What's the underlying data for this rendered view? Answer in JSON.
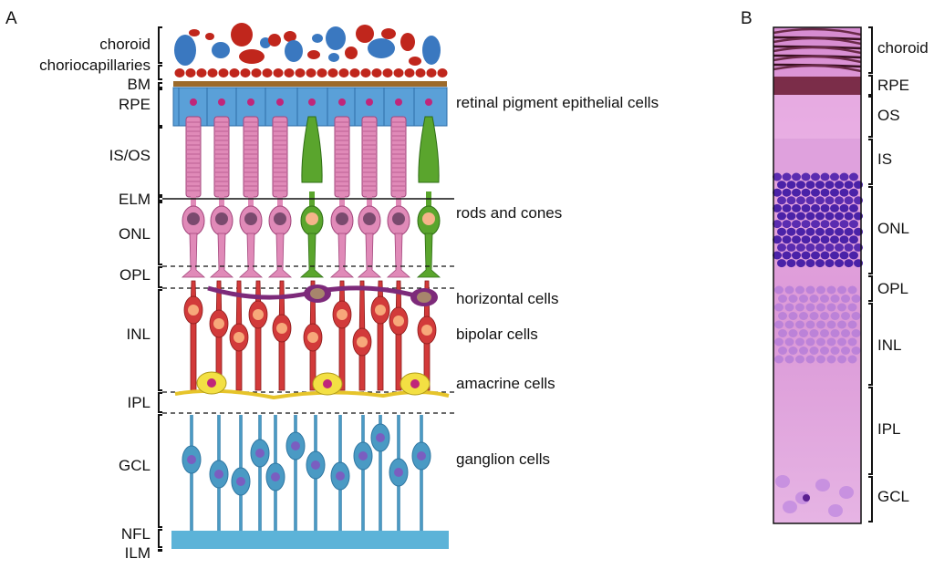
{
  "panel_a": {
    "letter": "A",
    "layers": [
      {
        "id": "choroid",
        "label": "choroid"
      },
      {
        "id": "choriocapillaries",
        "label": "choriocapillaries"
      },
      {
        "id": "bm",
        "label": "BM"
      },
      {
        "id": "rpe",
        "label": "RPE"
      },
      {
        "id": "isos",
        "label": "IS/OS"
      },
      {
        "id": "elm",
        "label": "ELM"
      },
      {
        "id": "onl",
        "label": "ONL"
      },
      {
        "id": "opl",
        "label": "OPL"
      },
      {
        "id": "inl",
        "label": "INL"
      },
      {
        "id": "ipl",
        "label": "IPL"
      },
      {
        "id": "gcl",
        "label": "GCL"
      },
      {
        "id": "nfl",
        "label": "NFL"
      },
      {
        "id": "ilm",
        "label": "ILM"
      }
    ],
    "cell_labels": [
      {
        "id": "rpe-cells",
        "label": "retinal pigment epithelial cells"
      },
      {
        "id": "rods-cones",
        "label": "rods and cones"
      },
      {
        "id": "horizontal",
        "label": "horizontal cells"
      },
      {
        "id": "bipolar",
        "label": "bipolar cells"
      },
      {
        "id": "amacrine",
        "label": "amacrine cells"
      },
      {
        "id": "ganglion",
        "label": "ganglion cells"
      }
    ],
    "colors": {
      "rod": "#e08ab8",
      "cone": "#5aa52d",
      "bipolar": "#d23a3a",
      "horizontal": "#7d2a7a",
      "amacrine": "#f3e043",
      "ganglion": "#4a9ac4",
      "rpe": "#5aa0d8",
      "bm": "#9c6a2a",
      "choroid_red": "#c0261c",
      "choroid_blue": "#3a78c0",
      "nfl": "#5cb3d8"
    }
  },
  "panel_b": {
    "letter": "B",
    "layers": [
      {
        "id": "choroid",
        "label": "choroid"
      },
      {
        "id": "rpe",
        "label": "RPE"
      },
      {
        "id": "os",
        "label": "OS"
      },
      {
        "id": "is",
        "label": "IS"
      },
      {
        "id": "onl",
        "label": "ONL"
      },
      {
        "id": "opl",
        "label": "OPL"
      },
      {
        "id": "inl",
        "label": "INL"
      },
      {
        "id": "ipl",
        "label": "IPL"
      },
      {
        "id": "gcl",
        "label": "GCL"
      }
    ]
  }
}
